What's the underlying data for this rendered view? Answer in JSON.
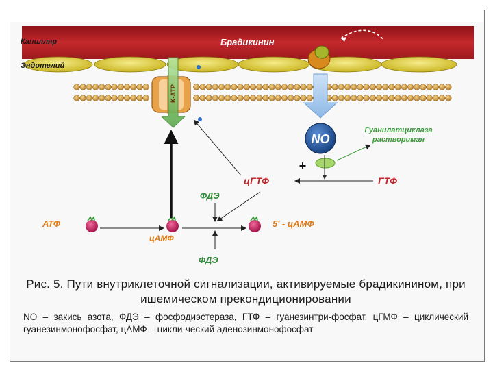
{
  "diagram": {
    "labels": {
      "capillary": "Капилляр",
      "endothelium": "Эндотелий",
      "bradykinin": "Брадикинин",
      "no": "NO",
      "guanylate_cyclase": "Гуанилатциклаза\nрастворимая",
      "plus": "+",
      "cgtf": "цГТФ",
      "gtf": "ГТФ",
      "fde_top": "ФДЭ",
      "fde_bottom": "ФДЭ",
      "atf": "АТФ",
      "camp": "цАМФ",
      "five_amp": "5' - цАМФ",
      "channel": "K-ATP"
    },
    "colors": {
      "capillary": "#c0262a",
      "endothelium": "#e6d13a",
      "membrane": "#d9a24a",
      "no_node": "#1f5aa6",
      "guanylate_label": "#3a9a3a",
      "red_label": "#c0262a",
      "orange_label": "#e07a10",
      "green_label": "#2e8b3a",
      "molecule": "#c0185a"
    }
  },
  "caption": {
    "figure": "Рис. 5. Пути внутриклеточной сигнализации, активируемые брадикинином, при ишемическом прекондиционировании",
    "legend": "NO – закись азота, ФДЭ – фосфодиэстераза, ГТФ – гуанезинтри-фосфат, цГМФ – циклический гуанезинмонофосфат, цАМФ – цикли-ческий аденозинмонофосфат"
  }
}
